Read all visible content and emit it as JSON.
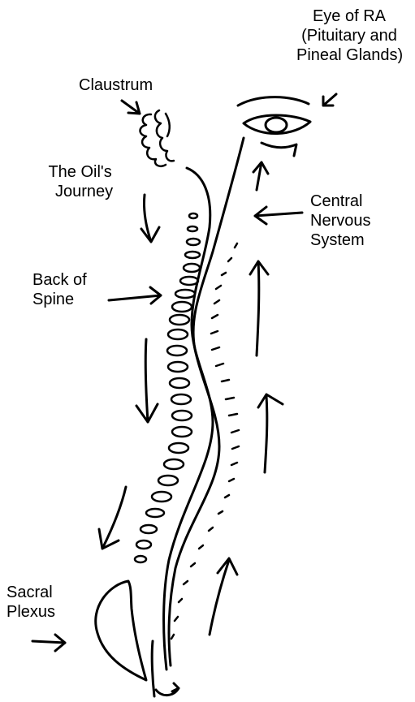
{
  "labels": {
    "eye_of_ra": {
      "line1": "Eye of RA",
      "line2": "(Pituitary and",
      "line3": "Pineal Glands)"
    },
    "claustrum": "Claustrum",
    "oils_journey": {
      "line1": "The Oil's",
      "line2": "Journey"
    },
    "central_nervous_system": {
      "line1": "Central",
      "line2": "Nervous",
      "line3": "System"
    },
    "back_of_spine": {
      "line1": "Back of",
      "line2": "Spine"
    },
    "sacral_plexus": {
      "line1": "Sacral",
      "line2": "Plexus"
    }
  },
  "colors": {
    "ink": "#000000",
    "background": "#ffffff"
  }
}
